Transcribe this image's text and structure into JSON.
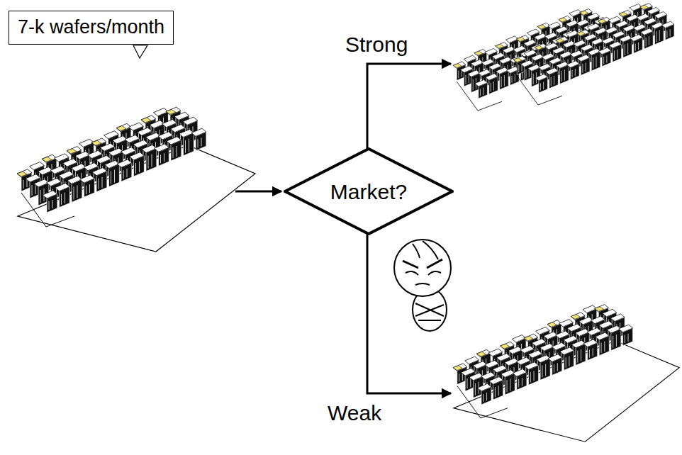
{
  "diagram": {
    "nodes": [
      {
        "text": [
          "7-k wafers/month"
        ]
      },
      {
        "text": [
          "Market?"
        ]
      }
    ],
    "labels": [
      "Strong",
      "Weak"
    ]
  }
}
